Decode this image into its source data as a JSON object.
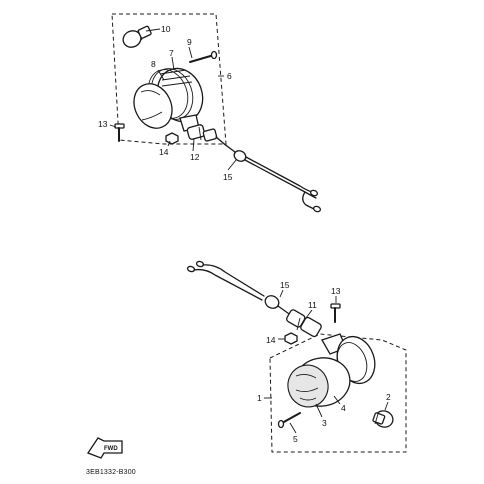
{
  "diagram": {
    "callouts": {
      "c10": "10",
      "c9": "9",
      "c7": "7",
      "c8": "8",
      "c6": "6",
      "c13a": "13",
      "c14a": "14",
      "c12": "12",
      "c15a": "15",
      "c15b": "15",
      "c11": "11",
      "c13b": "13",
      "c14b": "14",
      "c1": "1",
      "c2": "2",
      "c3": "3",
      "c4": "4",
      "c5": "5"
    },
    "forward_label": "FWD",
    "drawing_code": "3EB1332-B300"
  }
}
